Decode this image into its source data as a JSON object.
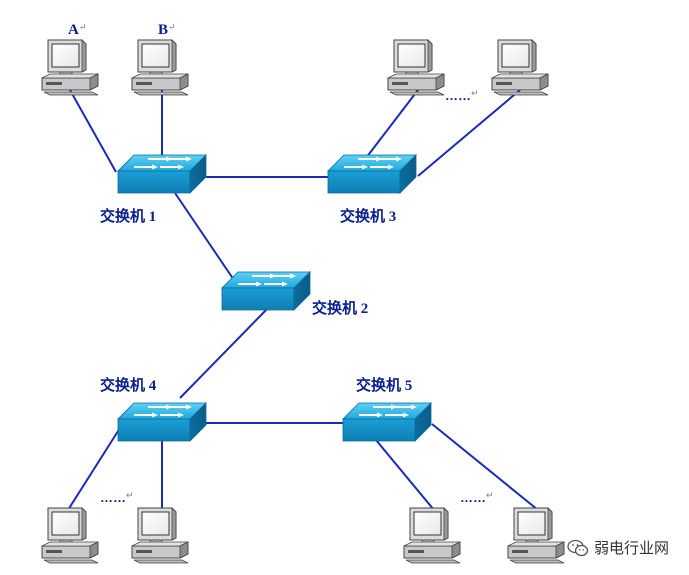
{
  "diagram": {
    "switches": [
      {
        "id": "sw1",
        "label": "交换机 1"
      },
      {
        "id": "sw2",
        "label": "交换机 2"
      },
      {
        "id": "sw3",
        "label": "交换机 3"
      },
      {
        "id": "sw4",
        "label": "交换机 4"
      },
      {
        "id": "sw5",
        "label": "交换机 5"
      }
    ],
    "computers": [
      {
        "id": "pcA",
        "label": "A"
      },
      {
        "id": "pcB",
        "label": "B"
      },
      {
        "id": "pc3a",
        "label": ""
      },
      {
        "id": "pc3b",
        "label": ""
      },
      {
        "id": "pc4a",
        "label": ""
      },
      {
        "id": "pc4b",
        "label": ""
      },
      {
        "id": "pc5a",
        "label": ""
      },
      {
        "id": "pc5b",
        "label": ""
      }
    ],
    "ellipsis": "……",
    "return_mark": "↵",
    "line_color": "#1a2bb8",
    "label_color": "#0a1f8c",
    "switch_color": "#1aa3d8"
  },
  "watermark": {
    "text": "弱电行业网",
    "icon": "wechat-icon"
  }
}
